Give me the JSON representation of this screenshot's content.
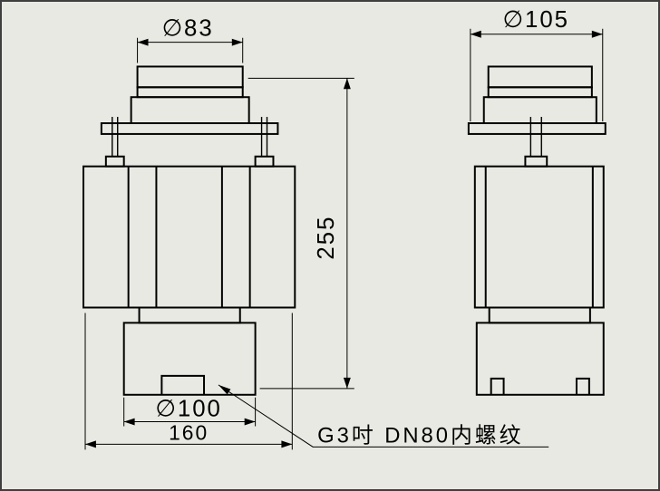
{
  "drawing": {
    "title": "flow-sensor-two-view-drawing",
    "colors": {
      "background": "#e8e9e2",
      "line": "#000000"
    },
    "dims": {
      "dia83": "∅83",
      "dia105": "∅105",
      "height255": "255",
      "dia100": "∅100",
      "width160": "160"
    },
    "note": "G3吋  DN80内螺纹"
  }
}
